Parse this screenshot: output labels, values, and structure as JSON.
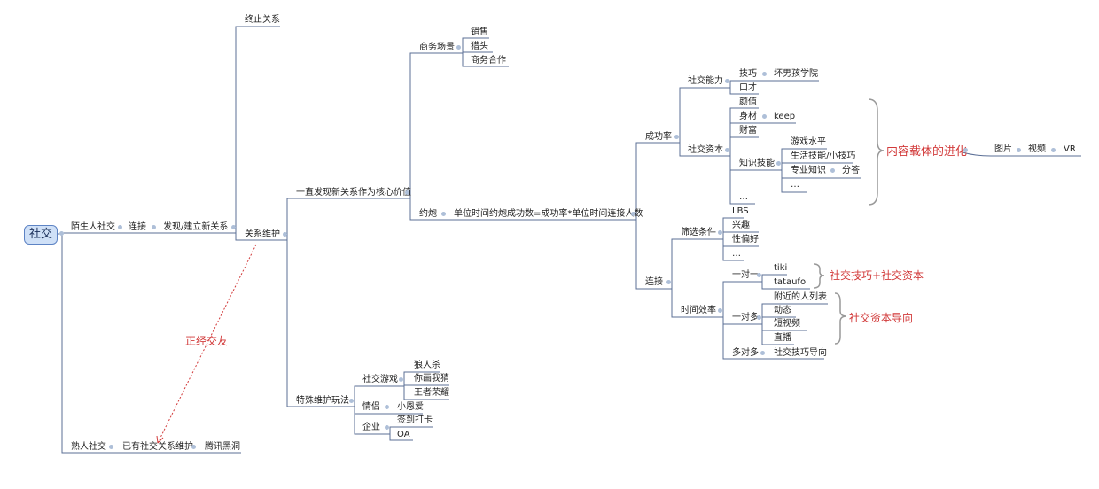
{
  "root": "社交",
  "nodes": {
    "stranger": "陌生人社交",
    "connect": "连接",
    "discover": "发现/建立新关系",
    "terminate": "终止关系",
    "maintain": "关系维护",
    "core_value": "一直发现新关系作为核心价值",
    "biz_scene": "商务场景",
    "sales": "销售",
    "headhunt": "猎头",
    "biz_coop": "商务合作",
    "date": "约炮",
    "formula": "单位时间约炮成功数=成功率*单位时间连接人数",
    "success_rate": "成功率",
    "social_ability": "社交能力",
    "skill": "技巧",
    "bad_boy": "坏男孩学院",
    "eloquence": "口才",
    "social_capital": "社交资本",
    "looks": "颜值",
    "figure": "身材",
    "keep": "keep",
    "wealth": "财富",
    "knowledge": "知识技能",
    "game_level": "游戏水平",
    "life_skill": "生活技能/小技巧",
    "pro_knowledge": "专业知识",
    "share": "分答",
    "ellipsis1": "…",
    "ellipsis2": "…",
    "carrier_pics": "图片",
    "carrier_video": "视频",
    "carrier_vr": "VR",
    "link": "连接",
    "filter": "筛选条件",
    "lbs": "LBS",
    "interest": "兴趣",
    "sex_pref": "性偏好",
    "ellipsis3": "…",
    "time_eff": "时间效率",
    "one_one": "一对一",
    "tiki": "tiki",
    "tataufo": "tataufo",
    "one_many": "一对多",
    "nearby": "附近的人列表",
    "moments": "动态",
    "short_video": "短视频",
    "live": "直播",
    "many_many": "多对多",
    "social_skill_guide": "社交技巧导向",
    "special": "特殊维护玩法",
    "social_game": "社交游戏",
    "werewolf": "狼人杀",
    "draw_guess": "你画我猜",
    "honor_kings": "王者荣耀",
    "couple": "情侣",
    "xiaoenai": "小恩爱",
    "enterprise": "企业",
    "checkin": "签到打卡",
    "oa": "OA",
    "acquaint": "熟人社交",
    "existing": "已有社交关系维护",
    "tencent_hole": "腾讯黑洞"
  },
  "notes": {
    "content_evolution": "内容载体的进化",
    "skill_capital": "社交技巧+社交资本",
    "capital_oriented": "社交资本导向",
    "serious_friends": "正经交友"
  },
  "colors": {
    "line": "#5b6f96",
    "note": "#d23a3a",
    "brace": "#999999"
  }
}
